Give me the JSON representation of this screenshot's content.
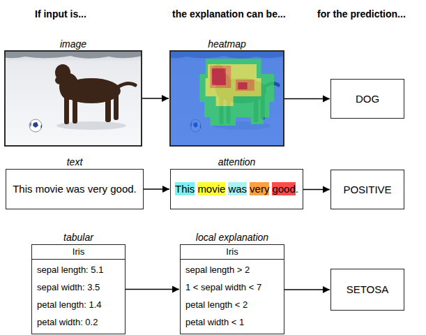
{
  "diagram": {
    "nodes": [
      {
        "text": [
          "image"
        ]
      },
      {
        "text": [
          "heatmap"
        ]
      },
      {
        "text": [
          "DOG"
        ]
      },
      {
        "text": [
          "text",
          "This movie was very good."
        ]
      },
      {
        "text": [
          "attention",
          "This",
          "movie",
          "was",
          "very",
          "good",
          "."
        ]
      },
      {
        "text": [
          "POSITIVE"
        ]
      },
      {
        "text": [
          "tabular",
          "Iris",
          "sepal length: 5.1",
          "sepal width: 3.5",
          "petal length: 1.4",
          "petal width: 0.2"
        ]
      },
      {
        "text": [
          "local explanation",
          "Iris",
          "sepal length > 2",
          "1 < sepal width < 7",
          "petal length < 2",
          "petal width < 1"
        ]
      },
      {
        "text": [
          "SETOSA"
        ]
      }
    ],
    "edges": [
      {
        "from": 0,
        "to": 1,
        "arrow": "to"
      },
      {
        "from": 1,
        "to": 2,
        "arrow": "to"
      },
      {
        "from": 3,
        "to": 4,
        "arrow": "to"
      },
      {
        "from": 4,
        "to": 5,
        "arrow": "to"
      },
      {
        "from": 6,
        "to": 7,
        "arrow": "to"
      },
      {
        "from": 7,
        "to": 8,
        "arrow": "to"
      }
    ],
    "labels": [
      "If input is...",
      "the explanation can be...",
      "for the prediction..."
    ]
  }
}
